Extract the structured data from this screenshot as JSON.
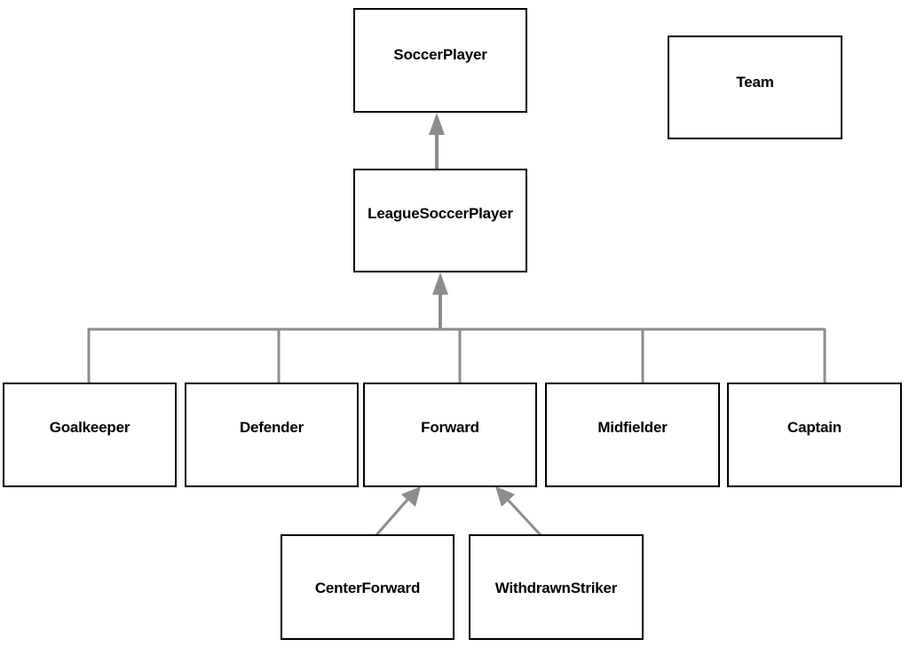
{
  "diagram": {
    "nodes": {
      "soccer_player": "SoccerPlayer",
      "team": "Team",
      "league_soccer_player": "LeagueSoccerPlayer",
      "goalkeeper": "Goalkeeper",
      "defender": "Defender",
      "forward": "Forward",
      "midfielder": "Midfielder",
      "captain": "Captain",
      "center_forward": "CenterForward",
      "withdrawn_striker": "WithdrawnStriker"
    },
    "edges": [
      {
        "from": "LeagueSoccerPlayer",
        "to": "SoccerPlayer",
        "type": "inheritance"
      },
      {
        "from": "Goalkeeper",
        "to": "LeagueSoccerPlayer",
        "type": "inheritance"
      },
      {
        "from": "Defender",
        "to": "LeagueSoccerPlayer",
        "type": "inheritance"
      },
      {
        "from": "Forward",
        "to": "LeagueSoccerPlayer",
        "type": "inheritance"
      },
      {
        "from": "Midfielder",
        "to": "LeagueSoccerPlayer",
        "type": "inheritance"
      },
      {
        "from": "Captain",
        "to": "LeagueSoccerPlayer",
        "type": "inheritance"
      },
      {
        "from": "CenterForward",
        "to": "Forward",
        "type": "inheritance"
      },
      {
        "from": "WithdrawnStriker",
        "to": "Forward",
        "type": "inheritance"
      }
    ],
    "colors": {
      "connector": "#8c8c8c",
      "box_border": "#000000",
      "background": "#ffffff"
    }
  }
}
